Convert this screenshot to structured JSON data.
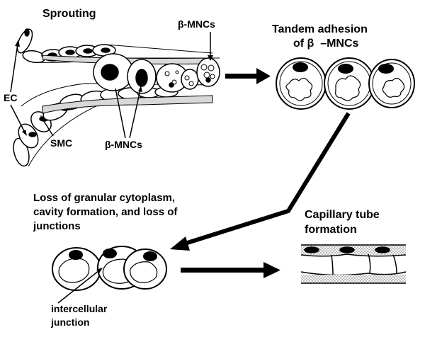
{
  "labels": {
    "sprouting": "Sprouting",
    "beta_mncs_top": "β-MNCs",
    "tandem_line1": "Tandem adhesion",
    "tandem_line2": "of β  –MNCs",
    "ec": "EC",
    "smc": "SMC",
    "beta_mncs_bottom": "β-MNCs",
    "loss_line1": "Loss of granular cytoplasm,",
    "loss_line2": "cavity formation, and loss of",
    "loss_line3": "junctions",
    "capillary_line1": "Capillary tube",
    "capillary_line2": "formation",
    "junction_line1": "intercellular",
    "junction_line2": "junction"
  },
  "colors": {
    "ink": "#000000",
    "paper": "#ffffff",
    "smc_fill": "#d8d8d8"
  }
}
